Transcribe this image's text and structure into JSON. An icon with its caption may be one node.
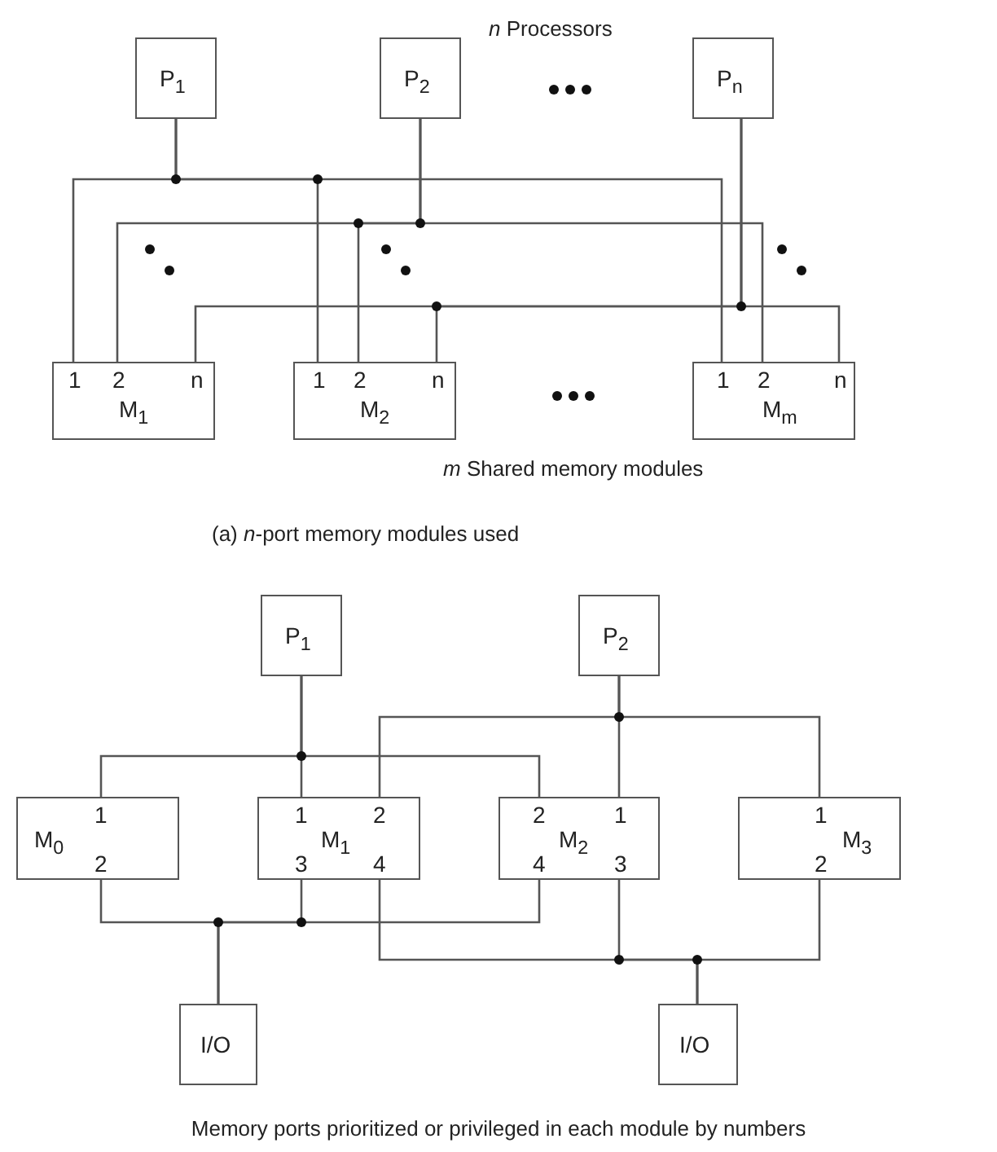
{
  "diagram": {
    "nodes": [
      {
        "text": [
          "P$_{1}$"
        ]
      },
      {
        "text": [
          "P$_{2}$"
        ]
      },
      {
        "text": [
          "P$_{n}$"
        ]
      },
      {
        "text": [
          "1",
          "2",
          "n",
          "M$_{1}$"
        ]
      },
      {
        "text": [
          "1",
          "2",
          "n",
          "M$_{2}$"
        ]
      },
      {
        "text": [
          "1",
          "2",
          "n",
          "M$_{m}$"
        ]
      },
      {
        "text": [
          "P$_{1}$"
        ]
      },
      {
        "text": [
          "P$_{2}$"
        ]
      },
      {
        "text": [
          "M$_{0}$",
          "1",
          "2"
        ]
      },
      {
        "text": [
          "1",
          "M$_{1}$",
          "2",
          "3",
          "4"
        ]
      },
      {
        "text": [
          "2",
          "M$_{2}$",
          "1",
          "4",
          "3"
        ]
      },
      {
        "text": [
          "1",
          "M$_{3}$",
          "2"
        ]
      },
      {
        "text": [
          "I/O"
        ]
      },
      {
        "text": [
          "I/O"
        ]
      }
    ],
    "edges": [
      {
        "from": 0,
        "to": 3,
        "arrow": "none"
      },
      {
        "from": 0,
        "to": 4,
        "arrow": "none"
      },
      {
        "from": 0,
        "to": 5,
        "arrow": "none"
      },
      {
        "from": 1,
        "to": 3,
        "arrow": "none"
      },
      {
        "from": 1,
        "to": 4,
        "arrow": "none"
      },
      {
        "from": 1,
        "to": 5,
        "arrow": "none"
      },
      {
        "from": 2,
        "to": 3,
        "arrow": "none"
      },
      {
        "from": 2,
        "to": 4,
        "arrow": "none"
      },
      {
        "from": 2,
        "to": 5,
        "arrow": "none"
      },
      {
        "from": 6,
        "to": 8,
        "arrow": "none"
      },
      {
        "from": 6,
        "to": 9,
        "arrow": "none"
      },
      {
        "from": 6,
        "to": 10,
        "arrow": "none"
      },
      {
        "from": 7,
        "to": 9,
        "arrow": "none"
      },
      {
        "from": 7,
        "to": 10,
        "arrow": "none"
      },
      {
        "from": 7,
        "to": 11,
        "arrow": "none"
      },
      {
        "from": 12,
        "to": 8,
        "arrow": "none"
      },
      {
        "from": 12,
        "to": 9,
        "arrow": "none"
      },
      {
        "from": 12,
        "to": 10,
        "arrow": "none"
      },
      {
        "from": 13,
        "to": 9,
        "arrow": "none"
      },
      {
        "from": 13,
        "to": 10,
        "arrow": "none"
      },
      {
        "from": 13,
        "to": 11,
        "arrow": "none"
      }
    ],
    "labels": [
      "*n* Processors",
      "*m* Shared memory modules",
      "(a) *n*-port memory modules used",
      "Memory ports prioritized or privileged in each module by numbers"
    ]
  }
}
